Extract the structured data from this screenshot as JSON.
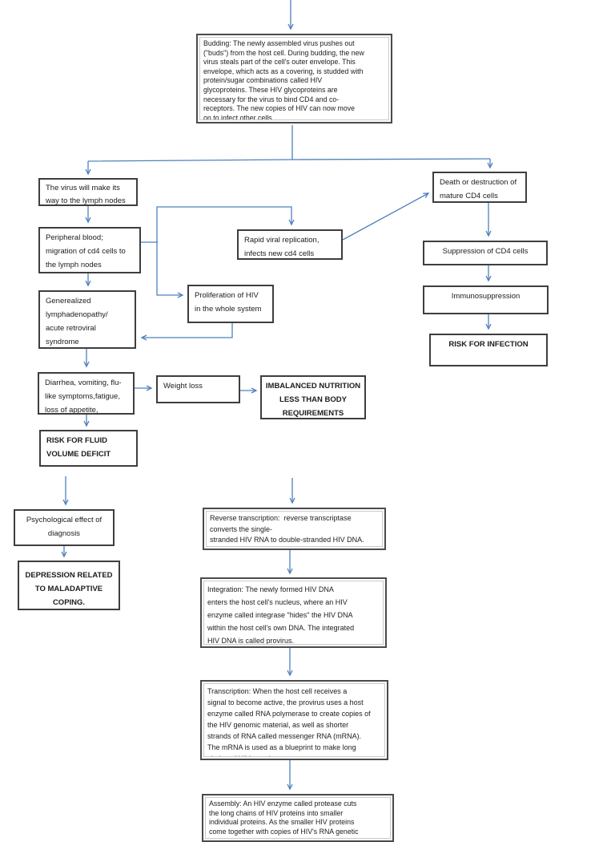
{
  "colors": {
    "arrow_blue": "#4f81bd",
    "box_border": "#3e3e3e",
    "inner_border": "#c9c9c9",
    "text": "#1c1c1c",
    "page_background": "#ffffff"
  },
  "nodes": {
    "budding": {
      "lines": [
        "Budding: The newly assembled virus pushes out",
        "(\"buds\") from the host cell. During budding, the new",
        "virus steals part of the cell's outer envelope. This",
        "envelope, which acts as a covering, is studded with",
        "protein/sugar combinations called HIV",
        "glycoproteins. These HIV glycoproteins are",
        "necessary for the virus to bind CD4 and co-",
        "receptors. The new copies of HIV can now move",
        "on to infect other cells."
      ]
    },
    "virus_to_lymph": {
      "lines": [
        "The virus will make its",
        "way to the lymph nodes"
      ]
    },
    "peripheral_blood": {
      "lines": [
        "Peripheral blood;",
        "migration of cd4 cells to",
        "the lymph nodes"
      ]
    },
    "generalized_lymphadenopathy": {
      "lines": [
        "Generealized",
        "lymphadenopathy/",
        "acute retroviral",
        "syndrome"
      ]
    },
    "rapid_replication": {
      "lines": [
        "Rapid viral replication,",
        "infects new cd4 cells"
      ]
    },
    "proliferation": {
      "lines": [
        "Proliferation of HIV",
        "in the whole system"
      ]
    },
    "death_cd4": {
      "lines": [
        "Death or destruction of",
        "mature CD4 cells"
      ]
    },
    "suppression_cd4": {
      "lines": [
        "Suppression of CD4 cells"
      ]
    },
    "immunosuppression": {
      "lines": [
        "Immunosuppression"
      ]
    },
    "risk_infection": {
      "lines": [
        "RISK FOR INFECTION"
      ]
    },
    "symptoms": {
      "lines": [
        "Diarrhea, vomiting, flu-",
        "like symptoms,fatigue,",
        "loss of appetite,"
      ]
    },
    "weight_loss": {
      "lines": [
        "Weight loss"
      ]
    },
    "imbalanced_nutrition": {
      "lines": [
        "IMBALANCED NUTRITION",
        "LESS THAN BODY",
        "REQUIREMENTS"
      ]
    },
    "risk_fluid": {
      "lines": [
        "RISK FOR FLUID",
        "VOLUME DEFICIT"
      ]
    },
    "psychological": {
      "lines": [
        "Psychological effect of",
        "diagnosis"
      ]
    },
    "depression": {
      "lines": [
        "DEPRESSION RELATED",
        "TO MALADAPTIVE",
        "COPING."
      ]
    },
    "reverse_transcription": {
      "lines": [
        "Reverse transcription:  reverse transcriptase",
        "converts the single-",
        "stranded HIV RNA to double-stranded HIV DNA."
      ]
    },
    "integration": {
      "lines": [
        "Integration: The newly formed HIV DNA",
        "enters the host cell's nucleus, where an HIV",
        "enzyme called integrase \"hides\" the HIV DNA",
        "within the host cell's own DNA. The integrated",
        "HIV DNA is called provirus."
      ]
    },
    "transcription": {
      "lines": [
        "Transcription: When the host cell receives a",
        "signal to become active, the provirus uses a host",
        "enzyme called RNA polymerase to create copies of",
        "the HIV genomic material, as well as shorter",
        "strands of RNA called messenger RNA (mRNA).",
        "The mRNA is used as a blueprint to make long",
        "chains of HIV proteins."
      ]
    },
    "assembly": {
      "lines": [
        "Assembly: An HIV enzyme called protease cuts",
        "the long chains of HIV proteins into smaller",
        "individual proteins. As the smaller HIV proteins",
        "come together with copies of HIV's RNA genetic"
      ]
    }
  },
  "edges": [
    {
      "from": "page-top",
      "to": "budding"
    },
    {
      "from": "budding",
      "to": "virus_to_lymph"
    },
    {
      "from": "budding",
      "to": "death_cd4"
    },
    {
      "from": "virus_to_lymph",
      "to": "peripheral_blood"
    },
    {
      "from": "peripheral_blood",
      "to": "generalized_lymphadenopathy"
    },
    {
      "from": "peripheral_blood",
      "to": "rapid_replication"
    },
    {
      "from": "peripheral_blood",
      "to": "proliferation"
    },
    {
      "from": "rapid_replication",
      "to": "death_cd4"
    },
    {
      "from": "proliferation",
      "to": "generalized_lymphadenopathy"
    },
    {
      "from": "death_cd4",
      "to": "suppression_cd4"
    },
    {
      "from": "suppression_cd4",
      "to": "immunosuppression"
    },
    {
      "from": "immunosuppression",
      "to": "risk_infection"
    },
    {
      "from": "generalized_lymphadenopathy",
      "to": "symptoms"
    },
    {
      "from": "symptoms",
      "to": "weight_loss"
    },
    {
      "from": "weight_loss",
      "to": "imbalanced_nutrition"
    },
    {
      "from": "symptoms",
      "to": "risk_fluid"
    },
    {
      "from": "unattached-arrow-left",
      "to": "psychological"
    },
    {
      "from": "psychological",
      "to": "depression"
    },
    {
      "from": "unattached-arrow-center",
      "to": "reverse_transcription"
    },
    {
      "from": "reverse_transcription",
      "to": "integration"
    },
    {
      "from": "integration",
      "to": "transcription"
    },
    {
      "from": "transcription",
      "to": "assembly"
    }
  ]
}
